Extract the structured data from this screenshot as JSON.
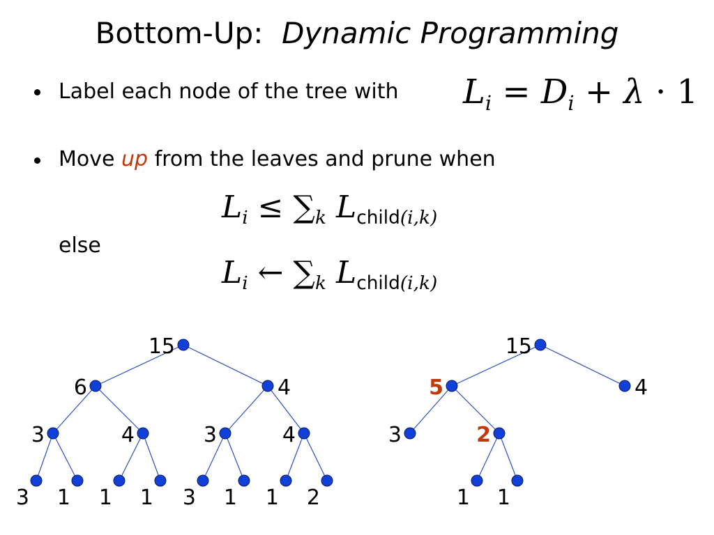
{
  "title": {
    "part1": "Bottom-Up:",
    "part2": "Dynamic Programming"
  },
  "bullets": [
    {
      "text": "Label each node of the tree with"
    },
    {
      "pre": "Move ",
      "emph": "up",
      "post": " from the leaves and prune when"
    }
  ],
  "formula1": {
    "lhs": "L",
    "lhs_sub": "i",
    "eq": "=",
    "rhs1": "D",
    "rhs1_sub": "i",
    "plus": "+",
    "lambda": "λ",
    "dot": "·",
    "one": "1"
  },
  "formula2": {
    "lhs": "L",
    "lhs_sub": "i",
    "rel": "≤",
    "sum": "∑",
    "sum_sub": "k",
    "term": "L",
    "child": "child",
    "args": "(i,k)"
  },
  "else_label": "else",
  "formula3": {
    "lhs": "L",
    "lhs_sub": "i",
    "rel": "←",
    "sum": "∑",
    "sum_sub": "k",
    "term": "L",
    "child": "child",
    "args": "(i,k)"
  },
  "colors": {
    "node": "#1040d8",
    "edge": "#2a4fc0",
    "highlight": "#c0390b"
  },
  "tree_left": {
    "nodes": [
      {
        "id": "r",
        "label": "15",
        "side": "left"
      },
      {
        "id": "a",
        "label": "6",
        "side": "left"
      },
      {
        "id": "b",
        "label": "4",
        "side": "right"
      },
      {
        "id": "c",
        "label": "3",
        "side": "left"
      },
      {
        "id": "d",
        "label": "4",
        "side": "left"
      },
      {
        "id": "e",
        "label": "3",
        "side": "left"
      },
      {
        "id": "f",
        "label": "4",
        "side": "left"
      },
      {
        "id": "l1",
        "label": "3",
        "side": "below-left"
      },
      {
        "id": "l2",
        "label": "1",
        "side": "below-left"
      },
      {
        "id": "l3",
        "label": "1",
        "side": "below-left"
      },
      {
        "id": "l4",
        "label": "1",
        "side": "below-left"
      },
      {
        "id": "l5",
        "label": "3",
        "side": "below-left"
      },
      {
        "id": "l6",
        "label": "1",
        "side": "below-left"
      },
      {
        "id": "l7",
        "label": "1",
        "side": "below-left"
      },
      {
        "id": "l8",
        "label": "2",
        "side": "below-left"
      }
    ],
    "edges": [
      [
        "r",
        "a"
      ],
      [
        "r",
        "b"
      ],
      [
        "a",
        "c"
      ],
      [
        "a",
        "d"
      ],
      [
        "b",
        "e"
      ],
      [
        "b",
        "f"
      ],
      [
        "c",
        "l1"
      ],
      [
        "c",
        "l2"
      ],
      [
        "d",
        "l3"
      ],
      [
        "d",
        "l4"
      ],
      [
        "e",
        "l5"
      ],
      [
        "e",
        "l6"
      ],
      [
        "f",
        "l7"
      ],
      [
        "f",
        "l8"
      ]
    ]
  },
  "tree_right": {
    "nodes": [
      {
        "id": "r",
        "label": "15",
        "side": "left"
      },
      {
        "id": "a",
        "label": "5",
        "side": "left",
        "highlight": true
      },
      {
        "id": "b",
        "label": "4",
        "side": "right"
      },
      {
        "id": "c",
        "label": "3",
        "side": "left"
      },
      {
        "id": "d",
        "label": "2",
        "side": "left",
        "highlight": true
      },
      {
        "id": "l3",
        "label": "1",
        "side": "below-left"
      },
      {
        "id": "l4",
        "label": "1",
        "side": "below-left"
      }
    ],
    "edges": [
      [
        "r",
        "a"
      ],
      [
        "r",
        "b"
      ],
      [
        "a",
        "c"
      ],
      [
        "a",
        "d"
      ],
      [
        "d",
        "l3"
      ],
      [
        "d",
        "l4"
      ]
    ]
  }
}
